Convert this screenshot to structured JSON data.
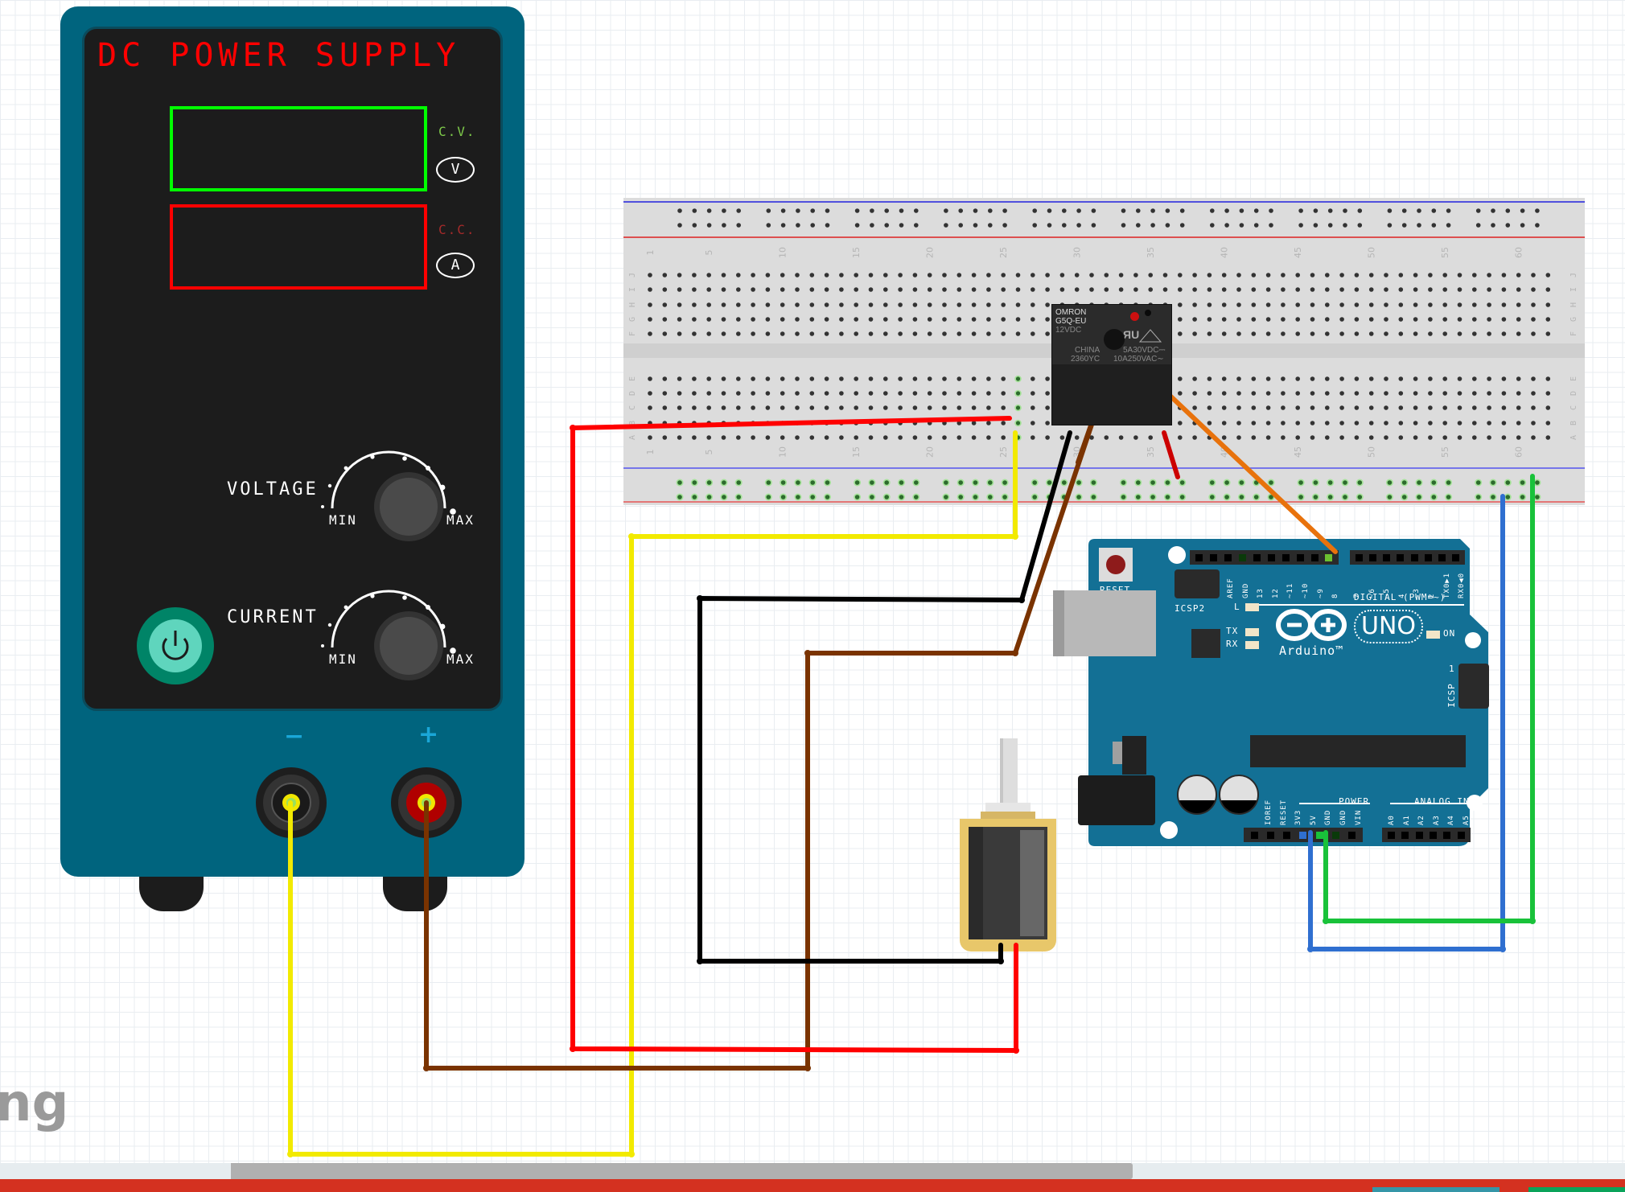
{
  "power_supply": {
    "title": "DC POWER SUPPLY",
    "mode_cv": "C.V.",
    "mode_cc": "C.C.",
    "unit_voltage": "V",
    "unit_current": "A",
    "knobs": [
      {
        "label": "VOLTAGE",
        "min": "MIN",
        "max": "MAX"
      },
      {
        "label": "CURRENT",
        "min": "MIN",
        "max": "MAX"
      }
    ],
    "terminal_negative": "−",
    "terminal_positive": "+",
    "colors": {
      "body": "#00647e",
      "panel": "#1c1c1c",
      "title": "#ff0000",
      "cv_display": "#00ff00",
      "cc_display": "#ff0000",
      "power_button": "#5fd5bd"
    }
  },
  "breadboard": {
    "column_numbers": [
      "1",
      "5",
      "10",
      "15",
      "20",
      "25",
      "30",
      "35",
      "40",
      "45",
      "50",
      "55",
      "60"
    ],
    "rows_top": [
      "J",
      "I",
      "H",
      "G",
      "F"
    ],
    "rows_bottom": [
      "E",
      "D",
      "C",
      "B",
      "A"
    ]
  },
  "relay": {
    "line1": "OMRON",
    "line2": "G5Q-EU",
    "line3": "12VDC",
    "line4": "CHINA",
    "line5": "2360YC",
    "line6": "5A30VDC⎓",
    "line7": "10A250VAC∼",
    "cert": "ЯU"
  },
  "arduino": {
    "reset_label": "RESET",
    "icsp2_label": "ICSP2",
    "icsp_label": "ICSP",
    "icsp_pin1": "1",
    "digital_label": "DIGITAL (PWM=~)",
    "digital_pins_left": [
      "AREF",
      "GND",
      "13",
      "12",
      "~11",
      "~10",
      "~9",
      "8"
    ],
    "digital_pins_right": [
      "7",
      "~6",
      "~5",
      "4",
      "~3",
      "2",
      "TX0▶1",
      "RX0◀0"
    ],
    "led_l": "L",
    "led_tx": "TX",
    "led_rx": "RX",
    "led_on": "ON",
    "brand": "Arduino™",
    "model": "UNO",
    "power_label": "POWER",
    "power_pins": [
      "IOREF",
      "RESET",
      "3V3",
      "5V",
      "GND",
      "GND",
      "VIN"
    ],
    "analog_label": "ANALOG IN",
    "analog_pins": [
      "A0",
      "A1",
      "A2",
      "A3",
      "A4",
      "A5"
    ],
    "colors": {
      "board": "#137095",
      "text": "#ffffff"
    }
  },
  "wires": [
    {
      "name": "psu-negative-to-breadboard",
      "color": "#f2ea00"
    },
    {
      "name": "psu-positive-to-solenoid",
      "color": "#7a3300"
    },
    {
      "name": "breadboard-to-solenoid",
      "color": "#ff0000"
    },
    {
      "name": "relay-to-solenoid",
      "color": "#000000"
    },
    {
      "name": "relay-common",
      "color": "#7a3300"
    },
    {
      "name": "relay-to-pin8",
      "color": "#e8720c"
    },
    {
      "name": "relay-to-rail",
      "color": "#cc0000"
    },
    {
      "name": "arduino-5v-to-rail",
      "color": "#2f6fd0"
    },
    {
      "name": "arduino-gnd-to-rail",
      "color": "#19c23a"
    }
  ],
  "logo_fragment": "ng"
}
